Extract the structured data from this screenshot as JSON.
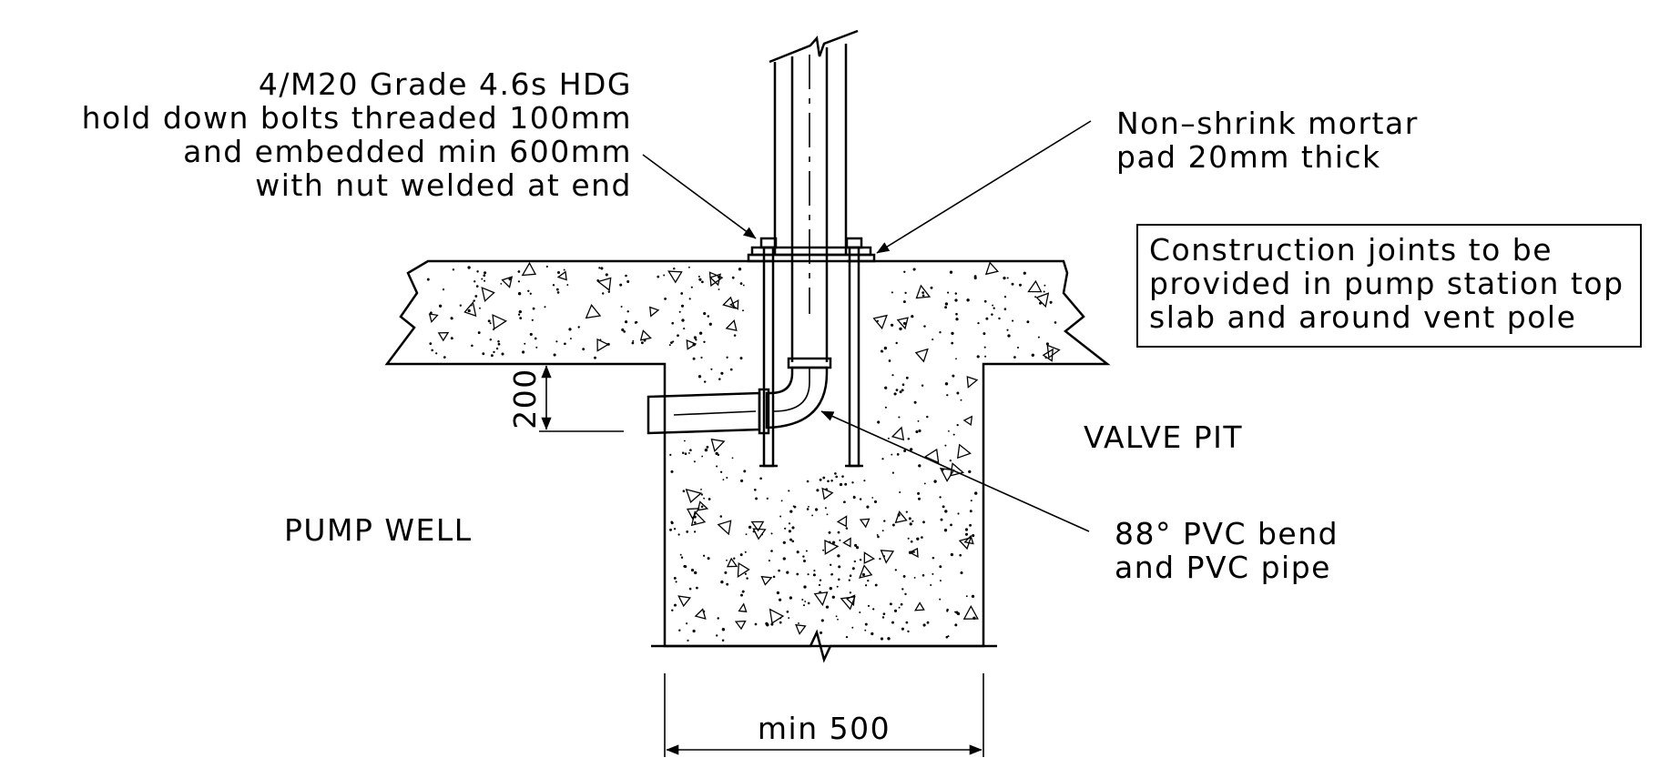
{
  "notes": {
    "bolts": [
      "4/M20 Grade 4.6s HDG",
      "hold down bolts threaded 100mm",
      "and embedded min 600mm",
      "with nut welded at end"
    ],
    "mortar": [
      "Non–shrink mortar",
      "pad 20mm thick"
    ],
    "joints": [
      "Construction joints to be",
      "provided in pump station top",
      "slab and around vent pole"
    ],
    "bend": [
      "88° PVC bend",
      "and PVC pipe"
    ]
  },
  "labels": {
    "pump_well": "PUMP WELL",
    "valve_pit": "VALVE PIT"
  },
  "dimensions": {
    "offset": "200",
    "width": "min 500"
  },
  "colors": {
    "ink": "#000000",
    "paper": "#ffffff"
  }
}
